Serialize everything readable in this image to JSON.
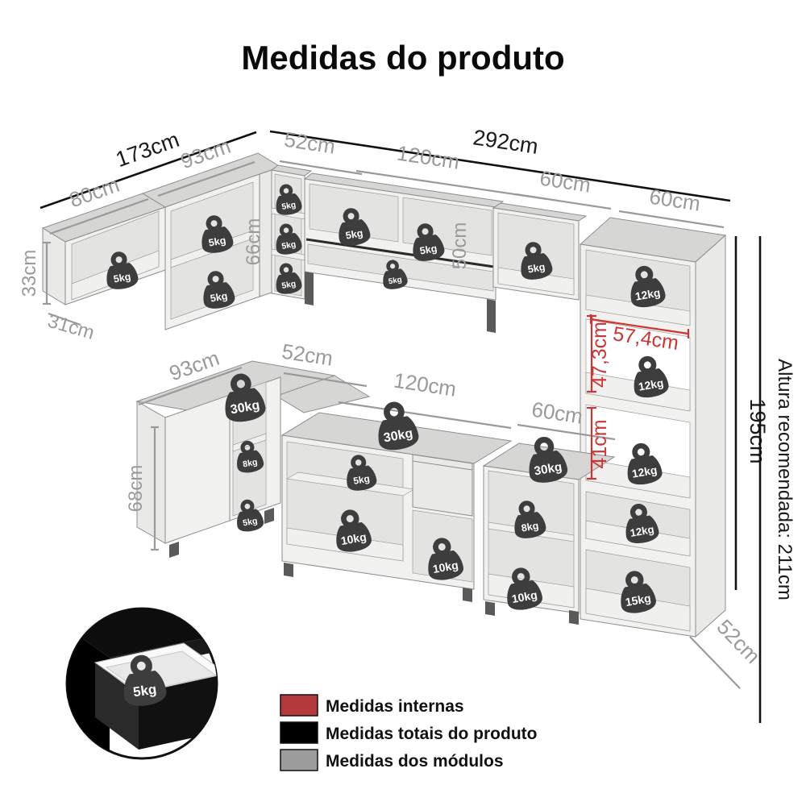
{
  "title": "Medidas do produto",
  "dims": {
    "d173": "173cm",
    "d80": "80cm",
    "d93_top": "93cm",
    "d52_top": "52cm",
    "d120_top": "120cm",
    "d292": "292cm",
    "d60_top_a": "60cm",
    "d60_top_b": "60cm",
    "d33": "33cm",
    "d31": "31cm",
    "d66": "66cm",
    "d50": "50cm",
    "d93_bottom": "93cm",
    "d52_bottom": "52cm",
    "d120_bottom": "120cm",
    "d60_bottom": "60cm",
    "d68": "68cm",
    "d574": "57,4cm",
    "d473": "47,3cm",
    "d41": "41cm",
    "d195": "195cm",
    "altura": "Altura recomendada: 211cm",
    "d52_depth": "52cm"
  },
  "weights": [
    "5kg",
    "5kg",
    "5kg",
    "5kg",
    "5kg",
    "5kg",
    "5kg",
    "5kg",
    "5kg",
    "5kg",
    "12kg",
    "12kg",
    "12kg",
    "12kg",
    "15kg",
    "30kg",
    "8kg",
    "5kg",
    "30kg",
    "5kg",
    "10kg",
    "10kg",
    "30kg",
    "8kg",
    "10kg",
    "5kg"
  ],
  "legend": {
    "items": [
      {
        "label": "Medidas internas",
        "color": "#b4393d"
      },
      {
        "label": "Medidas totais do produto",
        "color": "#000000"
      },
      {
        "label": "Medidas dos módulos",
        "color": "#9c9c9c"
      }
    ]
  },
  "colors": {
    "internal_dim": "#cf3434",
    "total_dim": "#111111",
    "module_dim": "#9a9a9a",
    "badge": "#3d3d3d"
  }
}
